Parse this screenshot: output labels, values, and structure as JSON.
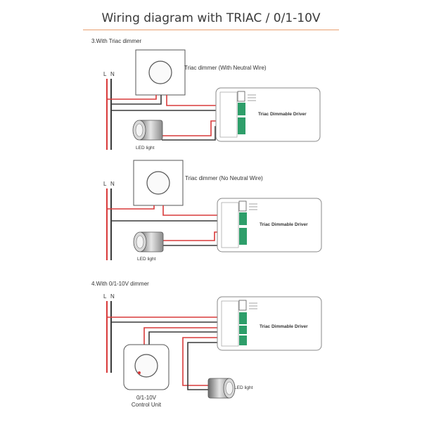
{
  "title": "Wiring diagram with TRIAC / 0/1-10V",
  "sections": [
    {
      "heading": "3.With Triac dimmer",
      "line_label": "L",
      "neutral_label": "N",
      "dimmer_label": "Triac dimmer (With Neutral Wire)",
      "driver_label": "Triac Dimmable Driver",
      "led_label": "LED light"
    },
    {
      "heading": "",
      "line_label": "L",
      "neutral_label": "N",
      "dimmer_label": "Triac dimmer (No Neutral Wire)",
      "driver_label": "Triac Dimmable Driver",
      "led_label": "LED light"
    },
    {
      "heading": "4.With 0/1-10V dimmer",
      "line_label": "L",
      "neutral_label": "N",
      "driver_label": "Triac Dimmable Driver",
      "led_label": "LED light",
      "control_unit_line1": "0/1-10V",
      "control_unit_line2": "Control Unit"
    }
  ],
  "colors": {
    "live_wire": "#d93a3a",
    "neutral_wire": "#3a3a3a",
    "terminal": "#2e9e6a",
    "accent_rule": "#e8a070"
  }
}
